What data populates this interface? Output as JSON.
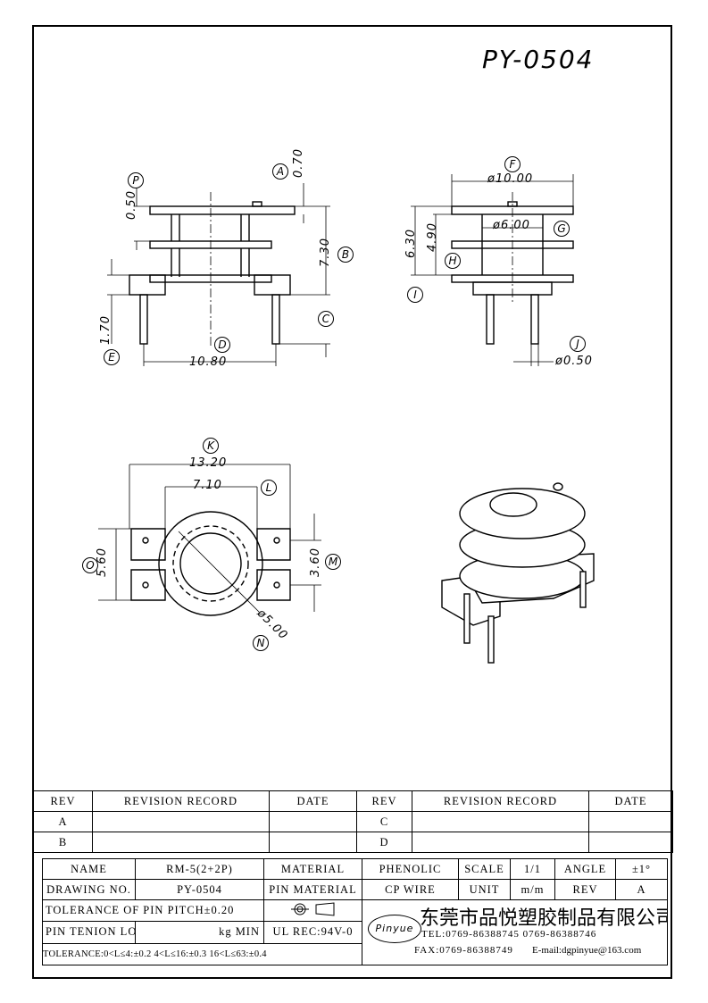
{
  "title": "PY-0504",
  "dimensions": {
    "A": "0.70",
    "P": "0.50",
    "B": "7.30",
    "C": "",
    "D": "10.80",
    "E": "1.70",
    "F": "ø10.00",
    "G": "ø6.00",
    "H": "4.90",
    "I": "6.30",
    "J": "ø0.50",
    "K": "13.20",
    "L": "7.10",
    "M": "3.60",
    "N": "ø5.00",
    "O": "5.60"
  },
  "callouts": [
    "A",
    "B",
    "C",
    "D",
    "E",
    "F",
    "G",
    "H",
    "I",
    "J",
    "K",
    "L",
    "M",
    "N",
    "O",
    "P"
  ],
  "revision_table": {
    "headers": [
      "REV",
      "REVISION RECORD",
      "DATE",
      "REV",
      "REVISION RECORD",
      "DATE"
    ],
    "rows": [
      [
        "A",
        "",
        "",
        "C",
        "",
        ""
      ],
      [
        "B",
        "",
        "",
        "D",
        "",
        ""
      ]
    ]
  },
  "spec_table": {
    "name_label": "NAME",
    "name_value": "RM-5(2+2P)",
    "material_label": "MATERIAL",
    "material_value": "PHENOLIC",
    "scale_label": "SCALE",
    "scale_value": "1/1",
    "angle_label": "ANGLE",
    "angle_value": "±1°",
    "drawing_no_label": "DRAWING NO.",
    "drawing_no_value": "PY-0504",
    "pin_material_label": "PIN MATERIAL",
    "pin_material_value": "CP WIRE",
    "unit_label": "UNIT",
    "unit_value": "m/m",
    "rev_label": "REV",
    "rev_value": "A",
    "tolerance_pitch": "TOLERANCE OF PIN PITCH±0.20",
    "pin_tension": "PIN TENION LOAD",
    "pin_tension_value": "kg MIN",
    "ul_rec": "UL REC:94V-0",
    "tolerance_line": "TOLERANCE:0<L≤4:±0.2  4<L≤16:±0.3  16<L≤63:±0.4"
  },
  "company": {
    "logo_text": "Pinyue",
    "name": "东莞市品悦塑胶制品有限公司",
    "tel": "TEL:0769-86388745   0769-86388746",
    "fax": "FAX:0769-86388749",
    "email": "E-mail:dgpinyue@163.com"
  }
}
